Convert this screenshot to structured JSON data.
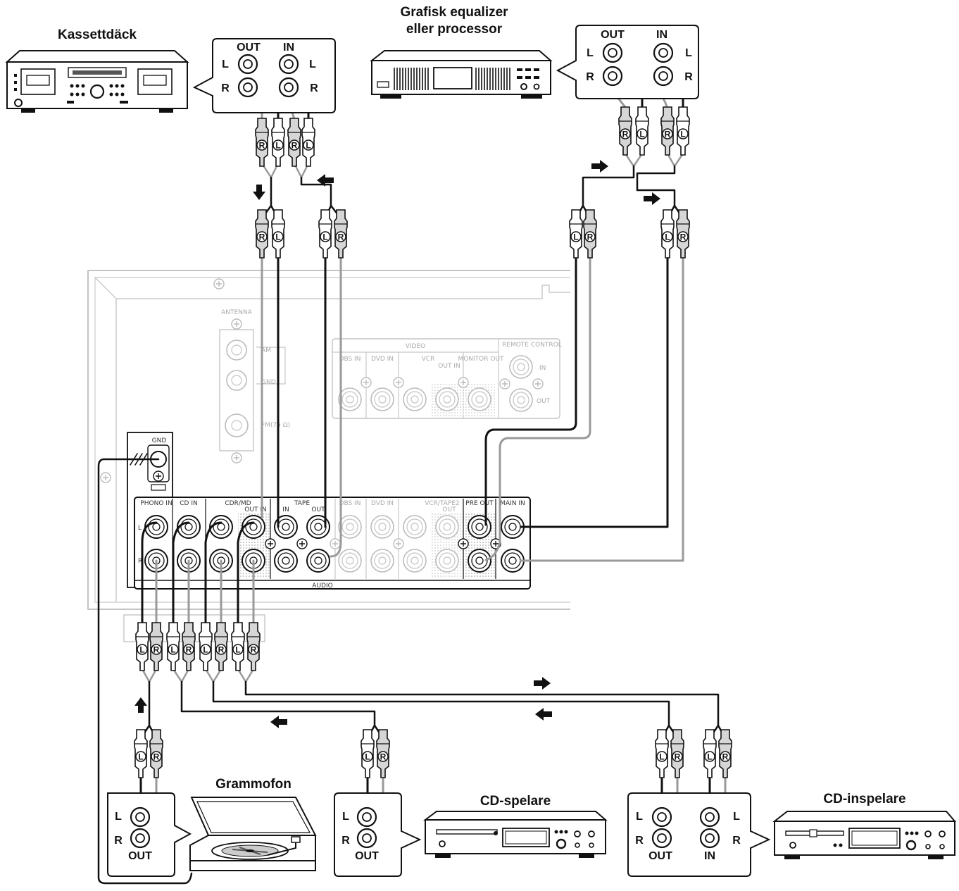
{
  "devices": {
    "cassette": "Kassettdäck",
    "equalizer_line1": "Grafisk equalizer",
    "equalizer_line2": "eller processor",
    "turntable": "Grammofon",
    "cd_player": "CD-spelare",
    "cd_recorder": "CD-inspelare"
  },
  "jack_labels": {
    "out": "OUT",
    "in": "IN",
    "left": "L",
    "right": "R"
  },
  "receiver": {
    "antenna": "ANTENNA",
    "am": "AM",
    "gnd_ant": "GND",
    "fm": "FM(75 Ω)",
    "video": "VIDEO",
    "remote_control": "REMOTE CONTROL",
    "dbs_in": "DBS IN",
    "dvd_in": "DVD IN",
    "vcr": "VCR",
    "vcr_outin": "OUT IN",
    "monitor_out": "MONITOR OUT",
    "rc_in": "IN",
    "rc_out": "OUT",
    "gnd": "GND",
    "phono_in": "PHONO IN",
    "cd_in": "CD IN",
    "cdr_md": "CDR/MD",
    "cdr_outin": "OUT IN",
    "tape": "TAPE",
    "tape_in": "IN",
    "tape_out": "OUT",
    "audio_dbs_in": "DBS IN",
    "audio_dvd_in": "DVD IN",
    "vcr_tape2": "VCR/TAPE2",
    "vcr_tape2_out": "OUT",
    "pre_out": "PRE OUT",
    "main_in": "MAIN IN",
    "audio": "AUDIO",
    "row_l": "L",
    "row_r": "R"
  },
  "colors": {
    "cable_black": "#111111",
    "cable_gray": "#9a9a9a",
    "faded": "#b8b8b8"
  }
}
